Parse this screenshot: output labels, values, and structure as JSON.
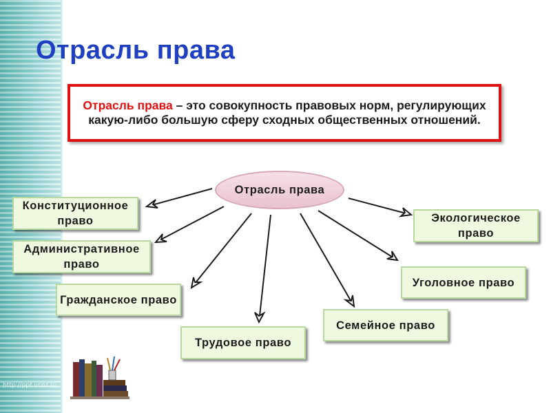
{
  "slide": {
    "title": "Отрасль права",
    "watermark": "http://ppt.ucoz.ru"
  },
  "definition": {
    "term": "Отрасль права",
    "text": " – это совокупность правовых норм, регулирующих какую-либо большую сферу сходных общественных отношений."
  },
  "diagram": {
    "center": "Отрасль права",
    "branches": [
      "Конституционное право",
      "Административное право",
      "Гражданское право",
      "Трудовое право",
      "Семейное право",
      "Уголовное право",
      "Экологическое право"
    ]
  },
  "colors": {
    "title": "#1e3fbf",
    "definition_border": "#e01010",
    "node_fill": "#eef9e0",
    "center_fill": "#e9c2cf"
  },
  "icons": [
    "books-icon"
  ]
}
